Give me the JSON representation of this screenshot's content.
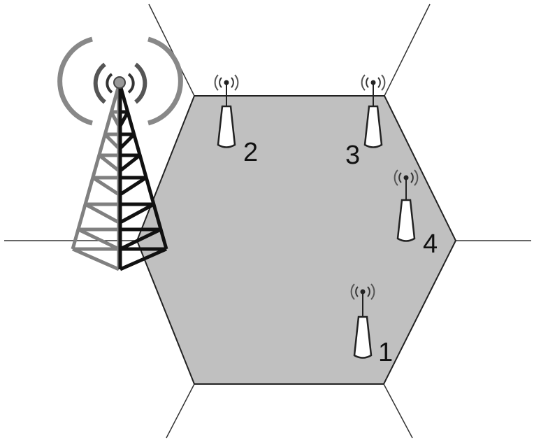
{
  "diagram": {
    "colors": {
      "cell_fill": "#c0c0c0",
      "cell_edge": "#222222",
      "boundary_line": "#333333",
      "tower_front": "#111111",
      "tower_back": "#808080",
      "signal_arcs": "#888888",
      "device_fill": "#ffffff"
    },
    "macro_tower": {
      "icon": "cell-tower-icon"
    },
    "devices": [
      {
        "id": "1",
        "label": "1",
        "icon": "antenna-device-icon"
      },
      {
        "id": "2",
        "label": "2",
        "icon": "antenna-device-icon"
      },
      {
        "id": "3",
        "label": "3",
        "icon": "antenna-device-icon"
      },
      {
        "id": "4",
        "label": "4",
        "icon": "antenna-device-icon"
      }
    ]
  }
}
